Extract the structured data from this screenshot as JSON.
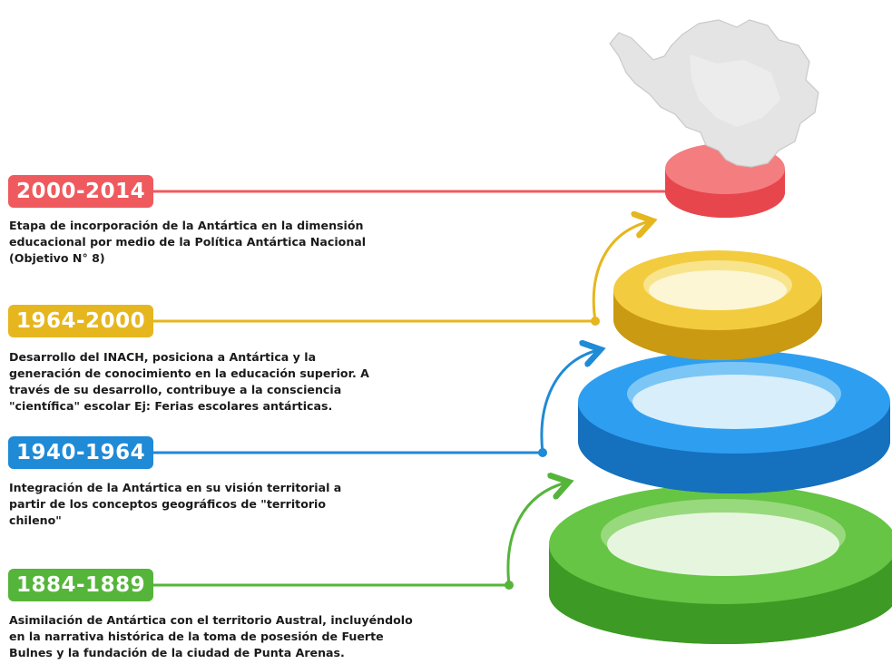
{
  "colors": {
    "red": "#ef5a5e",
    "yellow": "#e6b61e",
    "blue": "#1f8ad6",
    "green": "#55b53a"
  },
  "stages": [
    {
      "id": "2000-2014",
      "period": "2000-2014",
      "color": "#ef5a5e",
      "lines": [
        "Etapa de incorporación de la Antártica en la dimensión",
        "educacional por medio de la Política Antártica Nacional",
        "(Objetivo N° 8)"
      ]
    },
    {
      "id": "1964-2000",
      "period": "1964-2000",
      "color": "#e6b61e",
      "lines": [
        "Desarrollo del INACH, posiciona a Antártica y la",
        "generación de conocimiento en la educación superior. A",
        "través de su desarrollo, contribuye a la consciencia",
        "\"científica\" escolar Ej: Ferias escolares antárticas."
      ]
    },
    {
      "id": "1940-1964",
      "period": "1940-1964",
      "color": "#1f8ad6",
      "lines": [
        "Integración de la Antártica en su visión territorial a",
        "partir de los conceptos geográficos de \"territorio",
        "chileno\""
      ]
    },
    {
      "id": "1884-1889",
      "period": "1884-1889",
      "color": "#55b53a",
      "lines": [
        "Asimilación de Antártica con el territorio Austral, incluyéndolo",
        "en la narrativa histórica de la toma de posesión de Fuerte",
        "Bulnes y la fundación de la ciudad de Punta Arenas."
      ]
    }
  ]
}
